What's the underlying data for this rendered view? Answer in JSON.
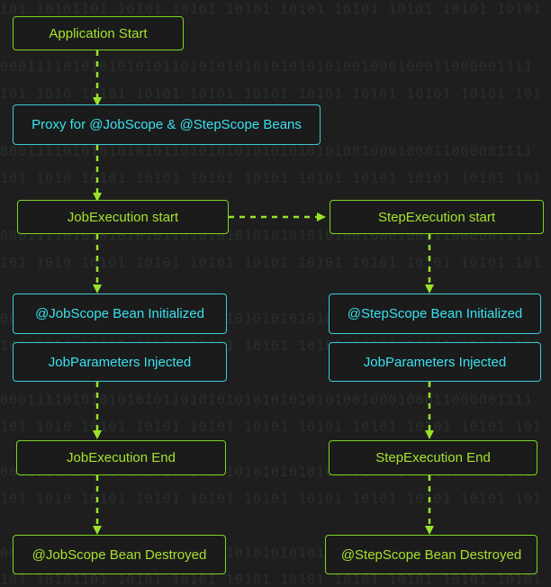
{
  "background": {
    "rows": [
      "101 10101101 10101 10101 10101 10101 10101 10101 10101 10101",
      "00011110101010101011010101010101010101001000100011000001111",
      "101 1010 10101 10101 10101 10101 10101 10101 10101 10101 101",
      "00011110101010101011010101010101010101001000100011000001111",
      "101 1010 10101 10101 10101 10101 10101 10101 10101 10101 101",
      "00011110101010101011010101010101010101001000100011000001111",
      "101 1010 10101 10101 10101 10101 10101 10101 10101 10101 101",
      "00011110101010101011010101010101010101001000100011000001111",
      "101 1010 10101 10101 10101 10101 10101 10101 10101 10101 101",
      "00011110101010101011010101010101010101001000100011000001111",
      "101 1010 10101 10101 10101 10101 10101 10101 10101 10101 101",
      "00011110101010101011010101010101010101001000100011000001111"
    ]
  },
  "colors": {
    "green_border": "#7ed321",
    "green_text": "#a6e22e",
    "cyan_border": "#3fc9d6",
    "cyan_text": "#38e1ee",
    "edge": "#9be22a"
  },
  "nodes": {
    "application_start": "Application Start",
    "proxy": "Proxy for @JobScope & @StepScope Beans",
    "job_execution_start": "JobExecution start",
    "step_execution_start": "StepExecution start",
    "job_scope_bean_initialized": "@JobScope Bean Initialized",
    "step_scope_bean_initialized": "@StepScope Bean Initialized",
    "job_parameters_injected_left": "JobParameters Injected",
    "job_parameters_injected_right": "JobParameters Injected",
    "job_execution_end": "JobExecution End",
    "step_execution_end": "StepExecution End",
    "job_scope_bean_destroyed": "@JobScope Bean Destroyed",
    "step_scope_bean_destroyed": "@StepScope Bean Destroyed"
  }
}
